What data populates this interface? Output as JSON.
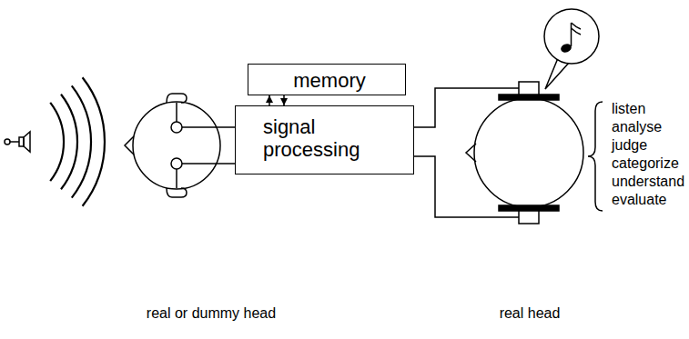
{
  "diagram": {
    "nodes": [
      {
        "text": [
          "memory"
        ]
      },
      {
        "text": [
          "signal processing"
        ]
      }
    ],
    "edges": [
      {
        "from": 1,
        "to": 0,
        "arrow": "to"
      },
      {
        "from": 0,
        "to": 1,
        "arrow": "to"
      }
    ],
    "labels": [
      "real or dummy head",
      "real head",
      "listen",
      "analyse",
      "judge",
      "categorize",
      "understand",
      "evaluate"
    ]
  }
}
